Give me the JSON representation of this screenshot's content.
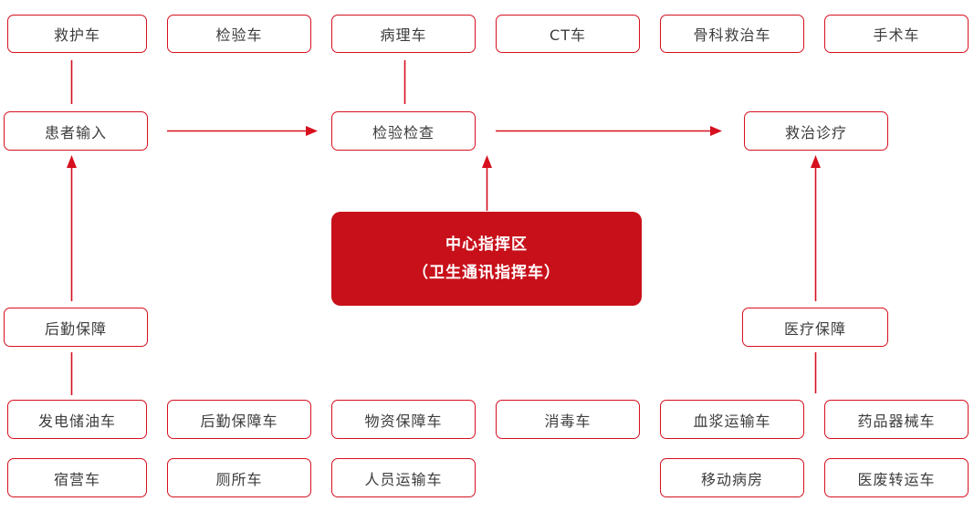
{
  "colors": {
    "line_red": "#d6101f",
    "center_fill_red": "#c8101a",
    "box_text": "#3c3c3c",
    "center_text": "#ffffff",
    "background": "#ffffff"
  },
  "diagram": {
    "top_row": [
      "救护车",
      "检验车",
      "病理车",
      "CT车",
      "骨科救治车",
      "手术车"
    ],
    "flow_row": [
      "患者输入",
      "检验检查",
      "救治诊疗"
    ],
    "center": {
      "line1": "中心指挥区",
      "line2": "（卫生通讯指挥车）"
    },
    "support": {
      "left": "后勤保障",
      "right": "医疗保障"
    },
    "bottom_row1": [
      "发电储油车",
      "后勤保障车",
      "物资保障车",
      "消毒车",
      "血浆运输车",
      "药品器械车"
    ],
    "bottom_row2": [
      "宿营车",
      "厕所车",
      "人员运输车",
      "移动病房",
      "医废转运车"
    ]
  }
}
